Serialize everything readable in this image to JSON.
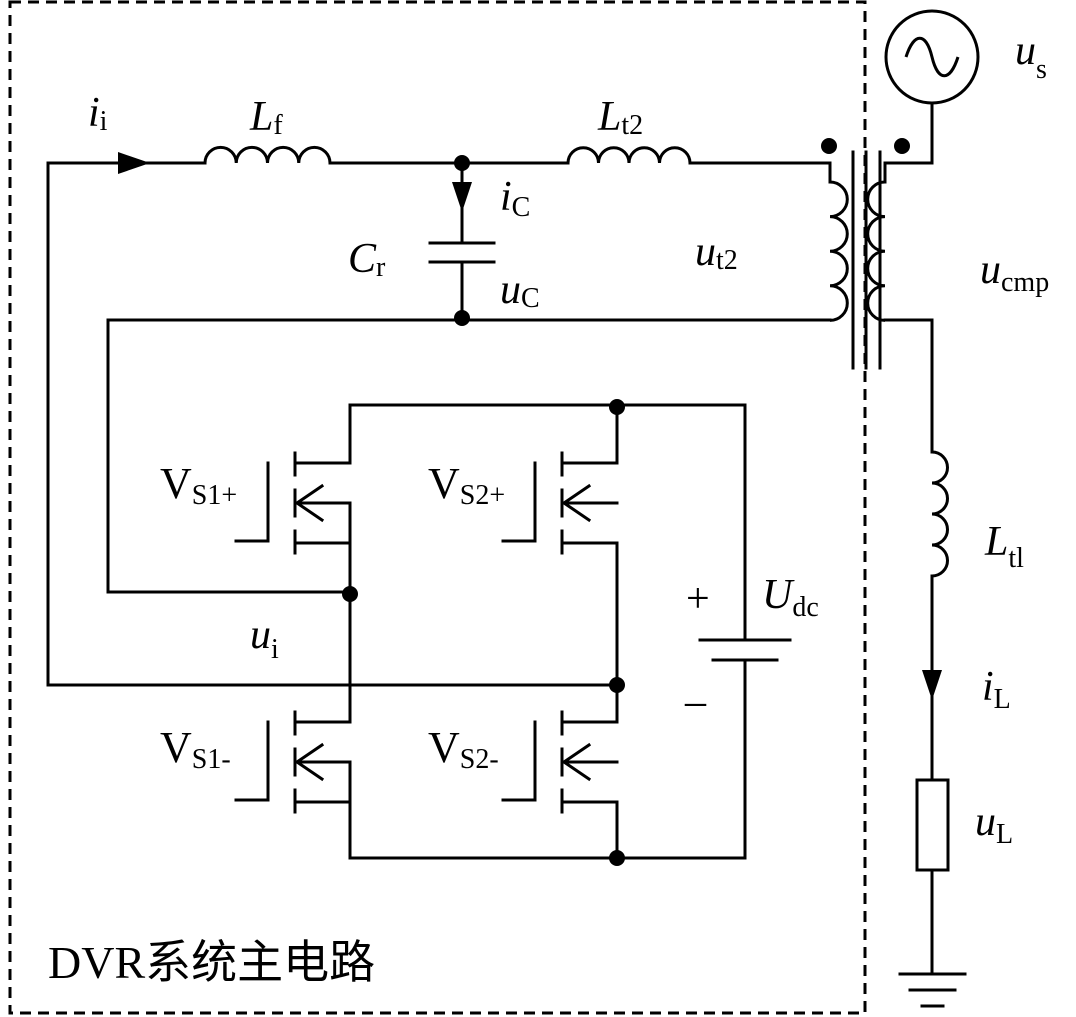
{
  "labels": {
    "ii_main": "i",
    "ii_sub": "i",
    "lf_main": "L",
    "lf_sub": "f",
    "lt2_main": "L",
    "lt2_sub": "t2",
    "ic_main": "i",
    "ic_sub": "C",
    "cr_main": "C",
    "cr_sub": "r",
    "uc_main": "u",
    "uc_sub": "C",
    "ut2_main": "u",
    "ut2_sub": "t2",
    "us_main": "u",
    "us_sub": "s",
    "ucmp_main": "u",
    "ucmp_sub": "cmp",
    "ltl_main": "L",
    "ltl_sub": "tl",
    "il_main": "i",
    "il_sub": "L",
    "ul_main": "u",
    "ul_sub": "L",
    "ui_main": "u",
    "ui_sub": "i",
    "udc_main": "U",
    "udc_sub": "dc",
    "plus": "+",
    "minus": "–",
    "vs1p_main": "V",
    "vs1p_sub": "S1+",
    "vs2p_main": "V",
    "vs2p_sub": "S2+",
    "vs1m_main": "V",
    "vs1m_sub": "S1-",
    "vs2m_main": "V",
    "vs2m_sub": "S2-",
    "box_title": "DVR系统主电路"
  }
}
